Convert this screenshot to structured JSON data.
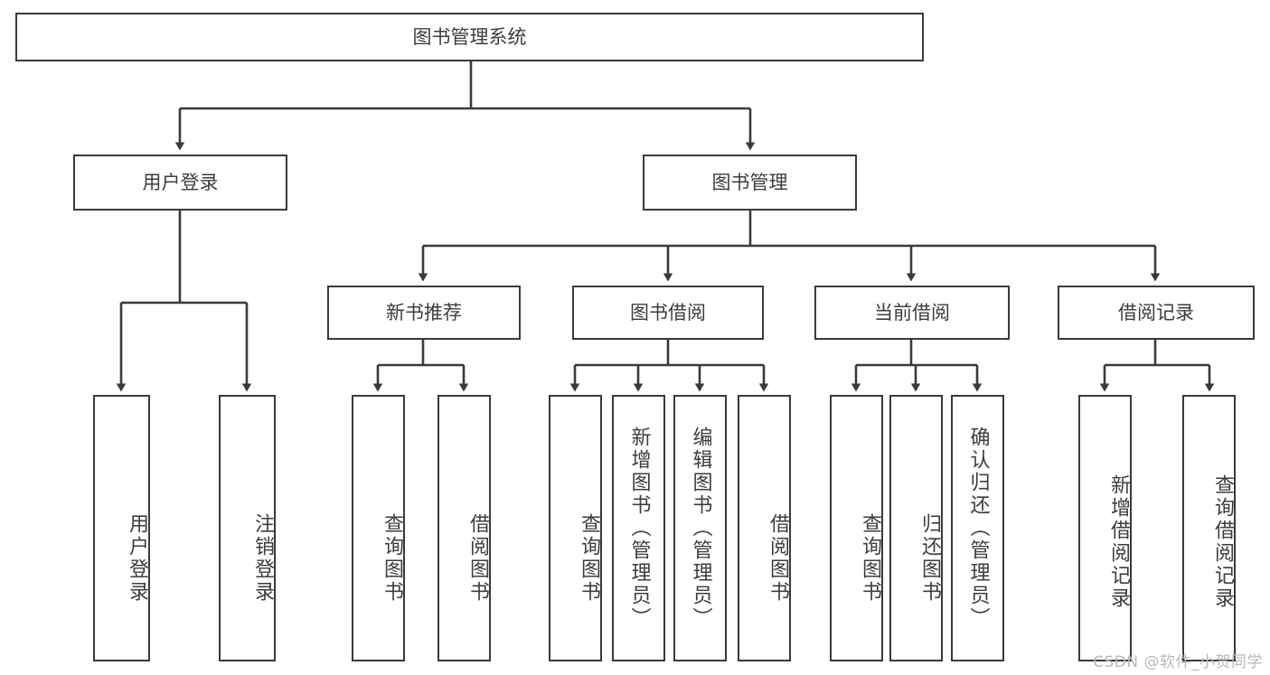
{
  "diagram": {
    "title": "图书管理系统",
    "type": "tree",
    "watermark": "CSDN @软件_小贺同学",
    "nodes": {
      "root": {
        "label": "图书管理系统"
      },
      "level2": [
        {
          "id": "user-login",
          "label": "用户登录"
        },
        {
          "id": "book-manage",
          "label": "图书管理"
        }
      ],
      "level3": [
        {
          "id": "new-book-recommend",
          "label": "新书推荐"
        },
        {
          "id": "book-borrow",
          "label": "图书借阅"
        },
        {
          "id": "current-borrow",
          "label": "当前借阅"
        },
        {
          "id": "borrow-record",
          "label": "借阅记录"
        }
      ],
      "leaves": {
        "user-login": [
          {
            "id": "leaf-user-login",
            "label": "用户登录"
          },
          {
            "id": "leaf-logout-login",
            "label": "注销登录"
          }
        ],
        "new-book-recommend": [
          {
            "id": "leaf-query-book-1",
            "label": "查询图书"
          },
          {
            "id": "leaf-borrow-book-1",
            "label": "借阅图书"
          }
        ],
        "book-borrow": [
          {
            "id": "leaf-query-book-2",
            "label": "查询图书"
          },
          {
            "id": "leaf-add-book",
            "label": "新增图书（管理员）"
          },
          {
            "id": "leaf-edit-book",
            "label": "编辑图书（管理员）"
          },
          {
            "id": "leaf-borrow-book-2",
            "label": "借阅图书"
          }
        ],
        "current-borrow": [
          {
            "id": "leaf-query-book-3",
            "label": "查询图书"
          },
          {
            "id": "leaf-return-book",
            "label": "归还图书"
          },
          {
            "id": "leaf-confirm-return",
            "label": "确认归还（管理员）"
          }
        ],
        "borrow-record": [
          {
            "id": "leaf-add-record",
            "label": "新增借阅记录"
          },
          {
            "id": "leaf-query-record",
            "label": "查询借阅记录"
          }
        ]
      }
    },
    "colors": {
      "stroke": "#3a3a3a",
      "fill": "#ffffff",
      "text": "#3d3d3d",
      "watermark": "#b8b8b8"
    }
  }
}
